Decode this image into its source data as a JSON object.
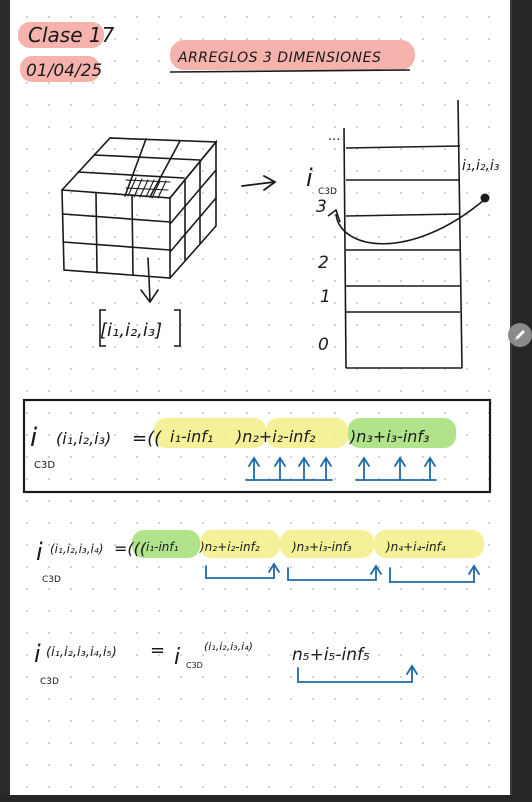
{
  "notes": {
    "date_title": "Clase 17",
    "date": "01/04/25",
    "heading": "ARREGLOS 3 DIMENSIONES",
    "index_tuple": "[i₁,i₂,i₃]",
    "column_label": "i",
    "column_label_sub": "C3D",
    "target_label": "i₁,i₂,i₃",
    "row_labels": [
      "...",
      "3",
      "2",
      "1",
      "0"
    ],
    "formula_3d": {
      "lhs": "i",
      "lhs_sub": "C3D",
      "lhs_args": "(i₁,i₂,i₃)",
      "eq": "=((",
      "t1": "i₁-inf₁",
      "t2": ")n₂+i₂-inf₂",
      "t3": ")n₃+i₃-inf₃"
    },
    "formula_4d": {
      "lhs": "i",
      "lhs_sub": "C3D",
      "lhs_args": "(i₁,i₂,i₃,i₄)",
      "eq": "=(((",
      "t1": "i₁-inf₁",
      "t2": ")n₂+i₂-inf₂",
      "t3": ")n₃+i₃-inf₃",
      "t4": ")n₄+i₄-inf₄"
    },
    "formula_5d": {
      "lhs": "i",
      "lhs_sub": "C3D",
      "lhs_args": "(i₁,i₂,i₃,i₄,i₅)",
      "eq": "=",
      "rhs_i": "i",
      "rhs_sub": "C3D",
      "rhs_args": "(i₁,i₂,i₃,i₄)",
      "rhs_tail": "n₅+i₅-inf₅"
    }
  },
  "colors": {
    "ink": "#1a1a1a",
    "highlight_salmon": "#f4a6a0",
    "highlight_yellow": "#f3ef8e",
    "highlight_green": "#a9e07e",
    "arrow_blue": "#1f6aa8",
    "background": "#ffffff"
  },
  "icons": {
    "edit": "pencil-icon"
  }
}
